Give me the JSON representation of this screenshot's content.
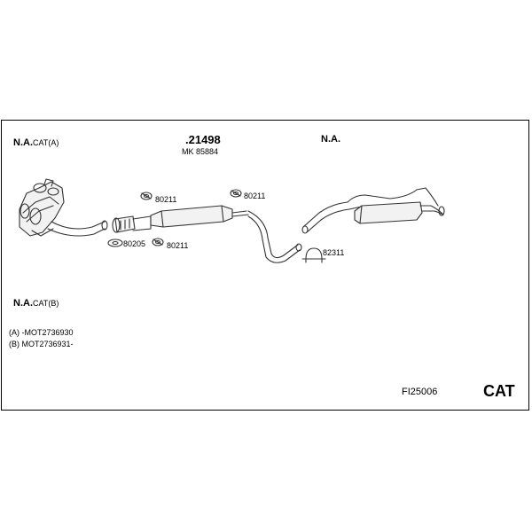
{
  "labels": {
    "cat_a_prefix": "N.A.",
    "cat_a_suffix": "CAT(A)",
    "cat_b_prefix": "N.A.",
    "cat_b_suffix": "CAT(B)",
    "part_main": ".21498",
    "part_sub": "MK 85884",
    "na_rear": "N.A.",
    "note_a": "(A) -MOT2736930",
    "note_b": "(B) MOT2736931-",
    "diagram_code": "FI25006",
    "cat": "CAT"
  },
  "parts": {
    "hanger_1": "80211",
    "hanger_2": "80211",
    "hanger_3": "80211",
    "gasket": "80205",
    "clamp": "82311"
  }
}
